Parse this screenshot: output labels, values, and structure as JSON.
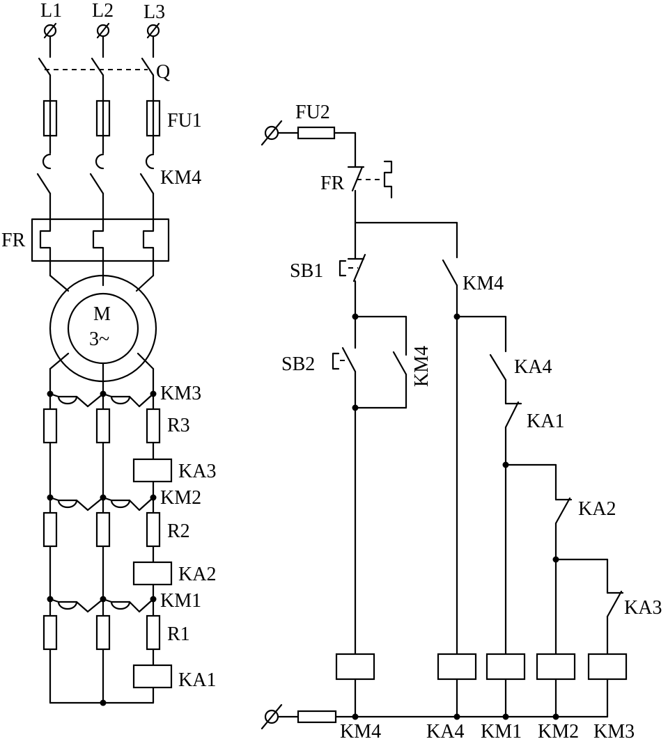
{
  "labels": {
    "l1": "L1",
    "l2": "L2",
    "l3": "L3",
    "q": "Q",
    "fu1": "FU1",
    "km4_power": "KM4",
    "fr_power": "FR",
    "motor_m": "M",
    "motor_phase": "3~",
    "km3_power": "KM3",
    "r3": "R3",
    "ka3_coil_left": "KA3",
    "km2_power": "KM2",
    "r2": "R2",
    "ka2_coil_left": "KA2",
    "km1_power": "KM1",
    "r1": "R1",
    "ka1_coil_left": "KA1",
    "fu2": "FU2",
    "fr_ctrl": "FR",
    "sb1": "SB1",
    "sb2": "SB2",
    "km4_hold": "KM4",
    "km4_ctrl": "KM4",
    "ka4_no": "KA4",
    "ka1_nc": "KA1",
    "ka2_nc": "KA2",
    "ka3_nc": "KA3",
    "coil_km4": "KM4",
    "coil_ka4": "KA4",
    "coil_km1": "KM1",
    "coil_km2": "KM2",
    "coil_km3": "KM3"
  }
}
